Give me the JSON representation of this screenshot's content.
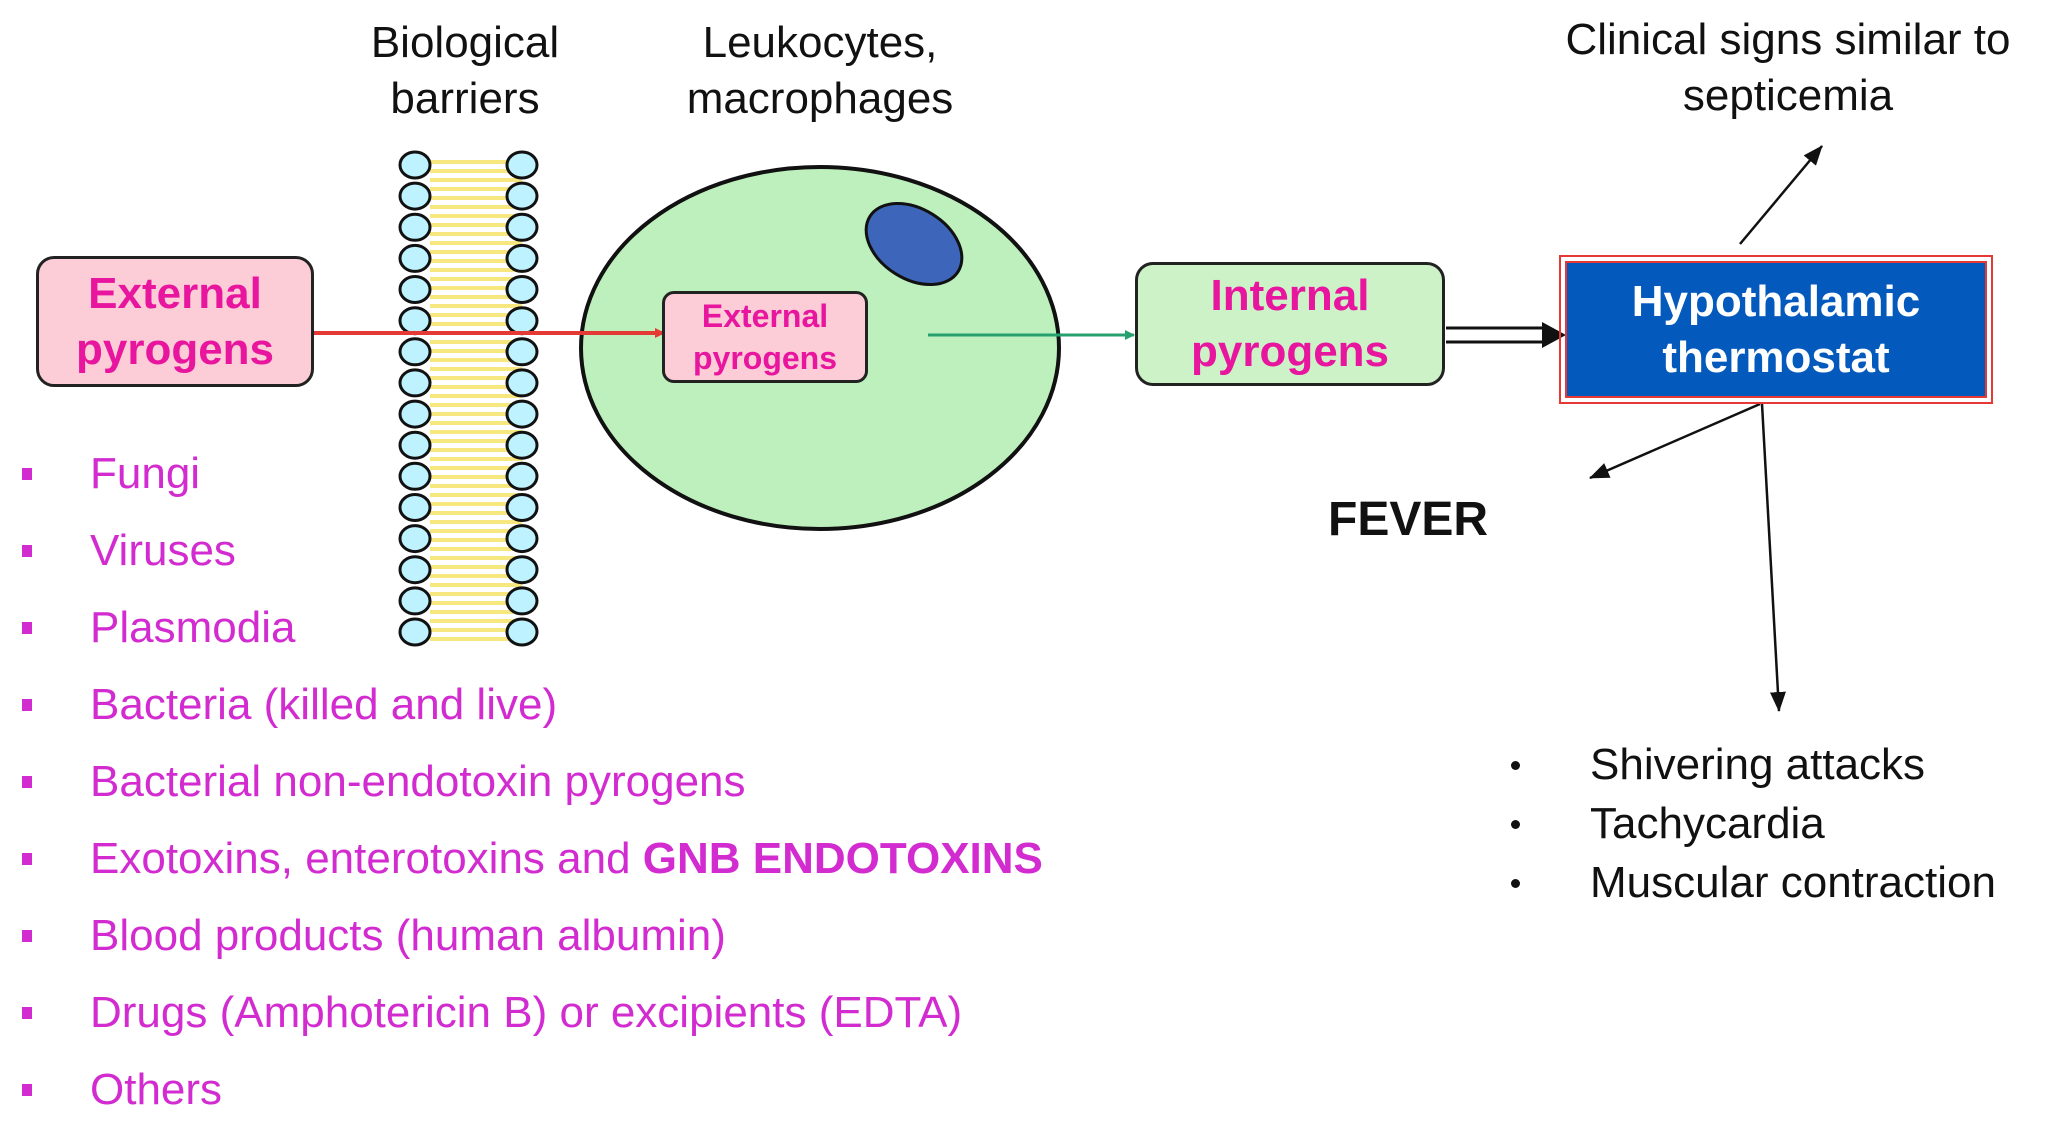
{
  "labels": {
    "biological_barriers": [
      "Biological",
      "barriers"
    ],
    "leukocytes": [
      "Leukocytes,",
      "macrophages"
    ],
    "clinical_signs": [
      "Clinical signs similar to",
      "septicemia"
    ],
    "fever": "FEVER"
  },
  "boxes": {
    "external_pyrogens": [
      "External",
      "pyrogens"
    ],
    "inner_external_pyrogens": [
      "External",
      "pyrogens"
    ],
    "internal_pyrogens": [
      "Internal",
      "pyrogens"
    ],
    "hypothalamic_thermostat": [
      "Hypothalamic",
      "thermostat"
    ]
  },
  "pyrogen_sources": [
    "Fungi",
    "Viruses",
    "Plasmodia",
    "Bacteria (killed and live)",
    "Bacterial non-endotoxin pyrogens",
    "Blood products (human albumin)",
    "Drugs (Amphotericin B) or excipients (EDTA)",
    "Others"
  ],
  "toxins_item": {
    "prefix": "Exotoxins, enterotoxins and ",
    "emphasis": "GNB ENDOTOXINS"
  },
  "symptoms": [
    "Shivering attacks",
    "Tachycardia",
    "Muscular contraction"
  ],
  "colors": {
    "pink_box": "#fccdd6",
    "green_box": "#cdf2c8",
    "cell_fill": "#bdf0bc",
    "nucleus": "#3d66ba",
    "thermostat": "#0459bd",
    "thermostat_border": "#e53935",
    "magenta_text": "#e8159e",
    "list_text": "#d22bd0",
    "arrow_red": "#e53935",
    "arrow_green": "#27a070",
    "bead_fill": "#bff2ff",
    "bead_stroke": "#111111",
    "stripe": "#f6e77f"
  }
}
